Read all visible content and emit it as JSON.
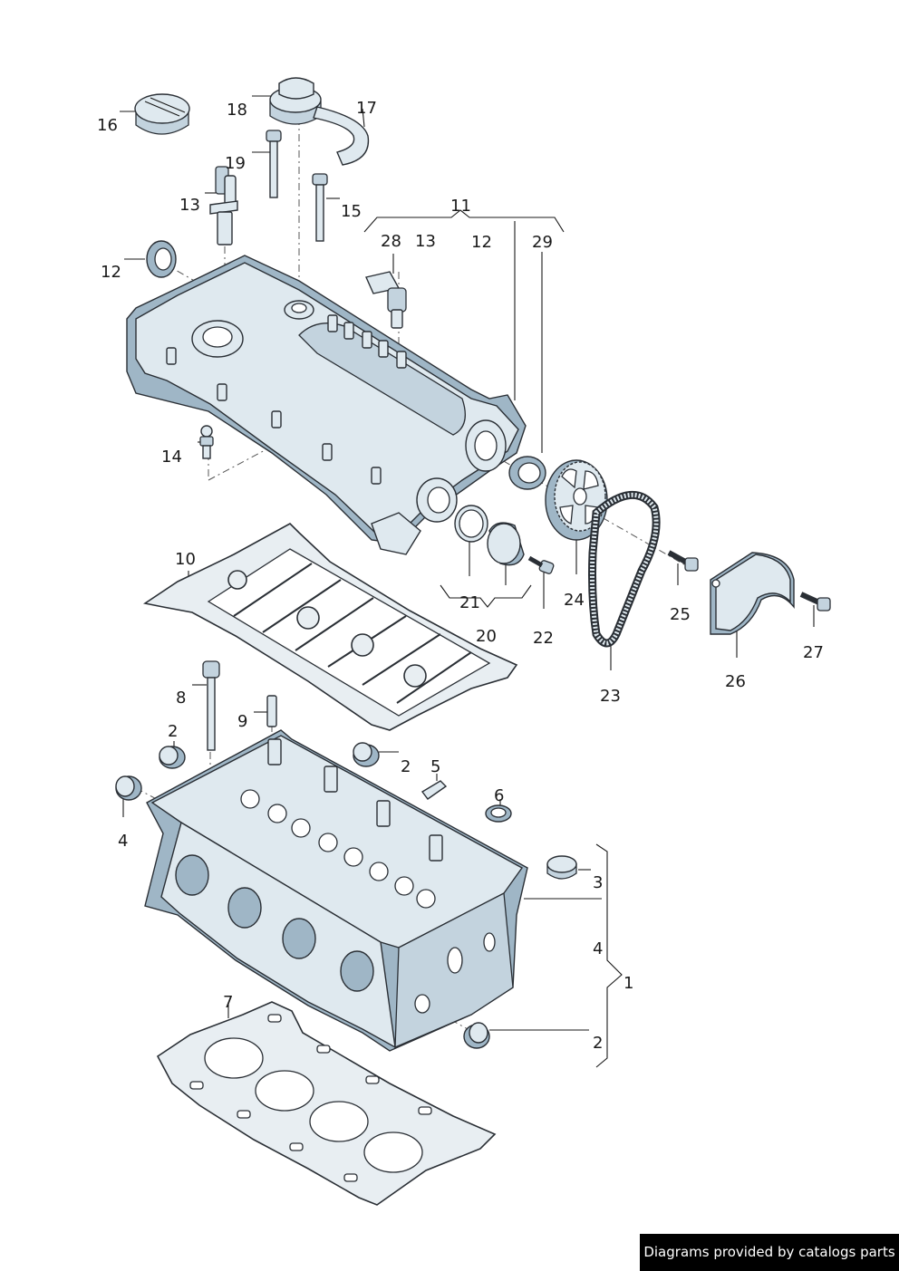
{
  "callouts": {
    "c16": "16",
    "c18": "18",
    "c17": "17",
    "c19": "19",
    "c13a": "13",
    "c15": "15",
    "c11": "11",
    "c28": "28",
    "c13b": "13",
    "c12b": "12",
    "c29": "29",
    "c12a": "12",
    "c14": "14",
    "c10": "10",
    "c21": "21",
    "c20": "20",
    "c22": "22",
    "c24": "24",
    "c25": "25",
    "c27": "27",
    "c26": "26",
    "c23": "23",
    "c8": "8",
    "c9": "9",
    "c2a": "2",
    "c2b": "2",
    "c5": "5",
    "c6": "6",
    "c4a": "4",
    "c3": "3",
    "c4b": "4",
    "c1": "1",
    "c2c": "2",
    "c7": "7"
  },
  "watermark": "Diagrams provided by catalogs parts",
  "colors": {
    "part_fill": "#dfe9ef",
    "part_shadow": "#9fb6c6",
    "outline": "#2a2f35"
  }
}
